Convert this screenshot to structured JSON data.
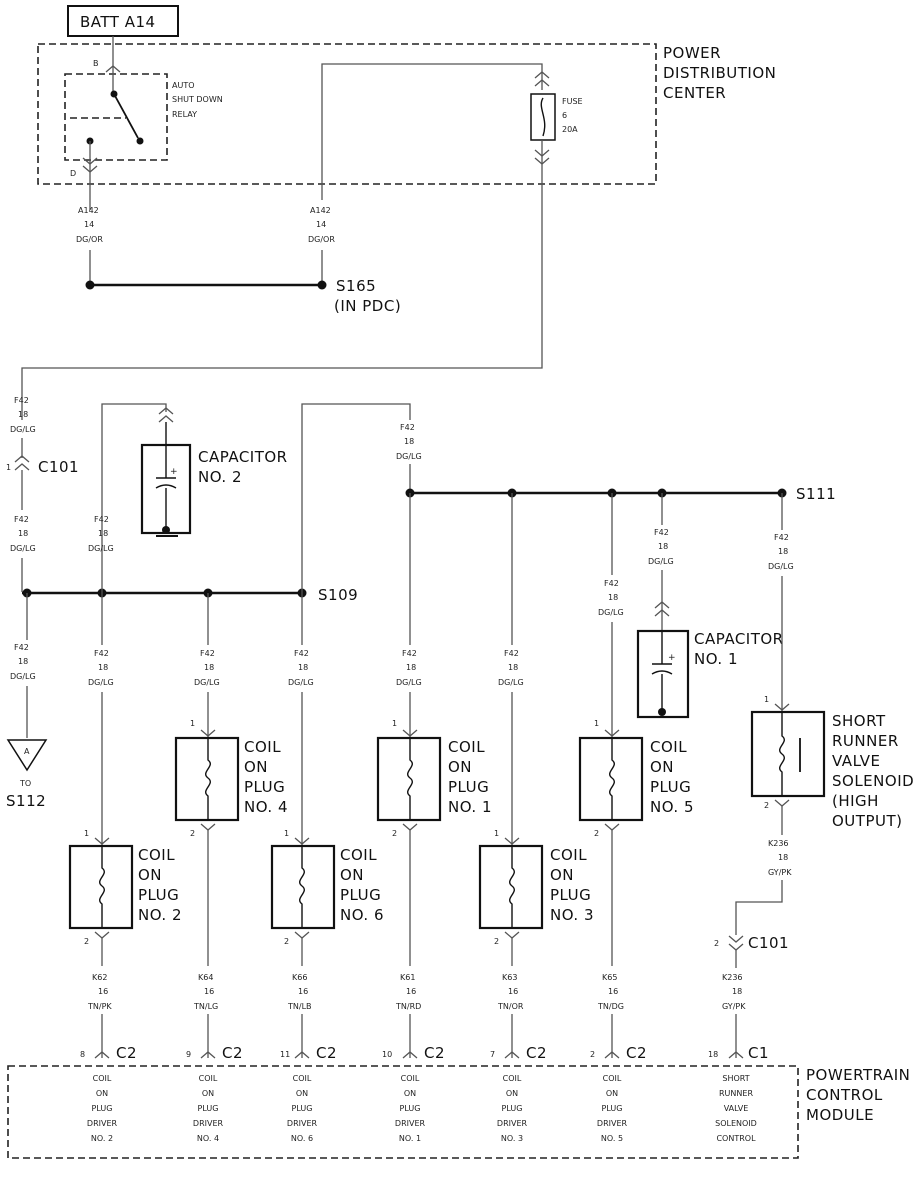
{
  "battery": {
    "label": "BATT A14",
    "pin_b": "B",
    "pin_d": "D"
  },
  "pdc": {
    "label": [
      "POWER",
      "DISTRIBUTION",
      "CENTER"
    ],
    "relay": [
      "AUTO",
      "SHUT DOWN",
      "RELAY"
    ],
    "fuse": [
      "FUSE",
      "6",
      "20A"
    ]
  },
  "wires": {
    "a142": [
      "A142",
      "14",
      "DG/OR"
    ],
    "f42": [
      "F42",
      "18",
      "DG/LG"
    ],
    "k236": [
      "K236",
      "18",
      "GY/PK"
    ]
  },
  "splices": {
    "s165": [
      "S165",
      "(IN PDC)"
    ],
    "s109": "S109",
    "s111": "S111",
    "s112": [
      "TO",
      "S112"
    ],
    "s112_tri": "A"
  },
  "connectors": {
    "c101": "C101",
    "c2": "C2",
    "c1": "C1",
    "c101_pin_top": "1",
    "c101_pin_bot": "2"
  },
  "capacitors": {
    "no2": [
      "CAPACITOR",
      "NO. 2"
    ],
    "no1": [
      "CAPACITOR",
      "NO. 1"
    ]
  },
  "coils": {
    "no1": [
      "COIL",
      "ON",
      "PLUG",
      "NO. 1"
    ],
    "no2": [
      "COIL",
      "ON",
      "PLUG",
      "NO. 2"
    ],
    "no3": [
      "COIL",
      "ON",
      "PLUG",
      "NO. 3"
    ],
    "no4": [
      "COIL",
      "ON",
      "PLUG",
      "NO. 4"
    ],
    "no5": [
      "COIL",
      "ON",
      "PLUG",
      "NO. 5"
    ],
    "no6": [
      "COIL",
      "ON",
      "PLUG",
      "NO. 6"
    ],
    "pin1": "1",
    "pin2": "2"
  },
  "solenoid": [
    "SHORT",
    "RUNNER",
    "VALVE",
    "SOLENOID",
    "(HIGH",
    "OUTPUT)"
  ],
  "driver_wires": {
    "k62": [
      "K62",
      "16",
      "TN/PK"
    ],
    "k64": [
      "K64",
      "16",
      "TN/LG"
    ],
    "k66": [
      "K66",
      "16",
      "TN/LB"
    ],
    "k61": [
      "K61",
      "16",
      "TN/RD"
    ],
    "k63": [
      "K63",
      "16",
      "TN/OR"
    ],
    "k65": [
      "K65",
      "16",
      "TN/DG"
    ],
    "k236": [
      "K236",
      "18",
      "GY/PK"
    ]
  },
  "pcm": {
    "label": [
      "POWERTRAIN",
      "CONTROL",
      "MODULE"
    ],
    "pins": [
      "8",
      "9",
      "11",
      "10",
      "7",
      "2",
      "18"
    ],
    "drivers": {
      "d2": [
        "COIL",
        "ON",
        "PLUG",
        "DRIVER",
        "NO. 2"
      ],
      "d4": [
        "COIL",
        "ON",
        "PLUG",
        "DRIVER",
        "NO. 4"
      ],
      "d6": [
        "COIL",
        "ON",
        "PLUG",
        "DRIVER",
        "NO. 6"
      ],
      "d1": [
        "COIL",
        "ON",
        "PLUG",
        "DRIVER",
        "NO. 1"
      ],
      "d3": [
        "COIL",
        "ON",
        "PLUG",
        "DRIVER",
        "NO. 3"
      ],
      "d5": [
        "COIL",
        "ON",
        "PLUG",
        "DRIVER",
        "NO. 5"
      ],
      "src": [
        "SHORT",
        "RUNNER",
        "VALVE",
        "SOLENOID",
        "CONTROL"
      ]
    }
  }
}
